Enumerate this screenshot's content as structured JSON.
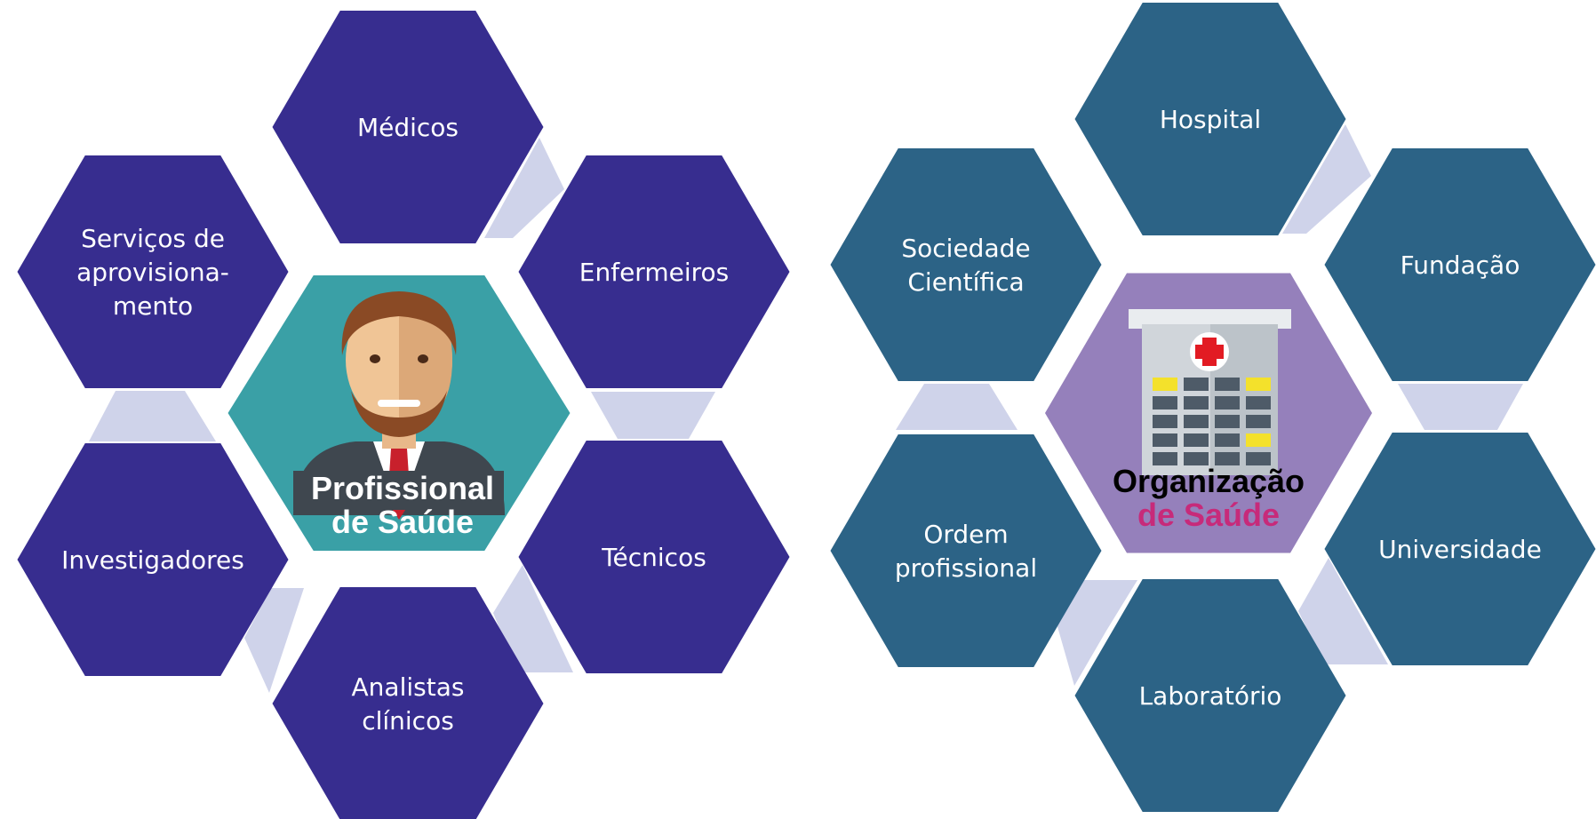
{
  "colors": {
    "left_hex": "#372d8f",
    "right_hex": "#2c6386",
    "connector": "#cfd3ea",
    "left_center_bg": "#3aa0a6",
    "right_center_bg": "#9580bb"
  },
  "left_cluster": {
    "center_lines": [
      "Profissional",
      "de Saúde"
    ],
    "center_icon": "doctor-avatar-icon",
    "hexes": [
      {
        "id": "medicos",
        "lines": [
          "Médicos"
        ]
      },
      {
        "id": "enfermeiros",
        "lines": [
          "Enfermeiros"
        ]
      },
      {
        "id": "tecnicos",
        "lines": [
          "Técnicos"
        ]
      },
      {
        "id": "analistas",
        "lines": [
          "Analistas",
          "clínicos"
        ]
      },
      {
        "id": "investigadores",
        "lines": [
          "Investigadores"
        ]
      },
      {
        "id": "servicos",
        "lines": [
          "Serviços de",
          "aprovisiona-",
          "mento"
        ]
      }
    ]
  },
  "right_cluster": {
    "center_lines": [
      "Organização",
      "de Saúde"
    ],
    "center_icon": "hospital-building-icon",
    "hexes": [
      {
        "id": "hospital",
        "lines": [
          "Hospital"
        ]
      },
      {
        "id": "fundacao",
        "lines": [
          "Fundação"
        ]
      },
      {
        "id": "universidade",
        "lines": [
          "Universidade"
        ]
      },
      {
        "id": "laboratorio",
        "lines": [
          "Laboratório"
        ]
      },
      {
        "id": "ordem",
        "lines": [
          "Ordem",
          "profissional"
        ]
      },
      {
        "id": "sociedade",
        "lines": [
          "Sociedade",
          "Científica"
        ]
      }
    ]
  }
}
